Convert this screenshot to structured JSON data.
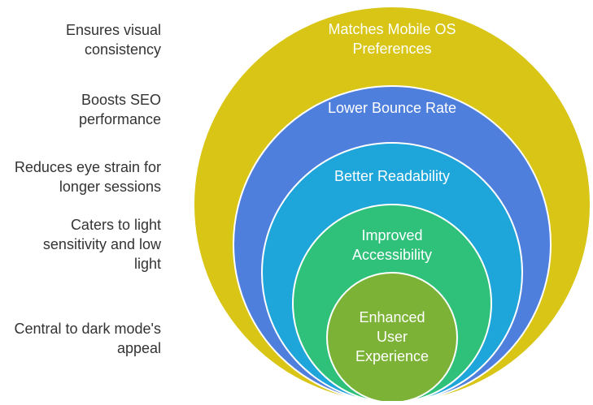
{
  "rings": [
    {
      "label": "Matches Mobile OS\nPreferences",
      "color": "#D8C516"
    },
    {
      "label": "Lower Bounce Rate",
      "color": "#4F7FDD"
    },
    {
      "label": "Better Readability",
      "color": "#1EA5DA"
    },
    {
      "label": "Improved\nAccessibility",
      "color": "#2FC07A"
    },
    {
      "label": "Enhanced\nUser\nExperience",
      "color": "#7CB236"
    }
  ],
  "descriptions": [
    {
      "text": "Ensures visual\nconsistency"
    },
    {
      "text": "Boosts SEO\nperformance"
    },
    {
      "text": "Reduces eye strain for\nlonger sessions"
    },
    {
      "text": "Caters to light\nsensitivity and low\nlight"
    },
    {
      "text": "Central to dark mode's\nappeal"
    }
  ]
}
